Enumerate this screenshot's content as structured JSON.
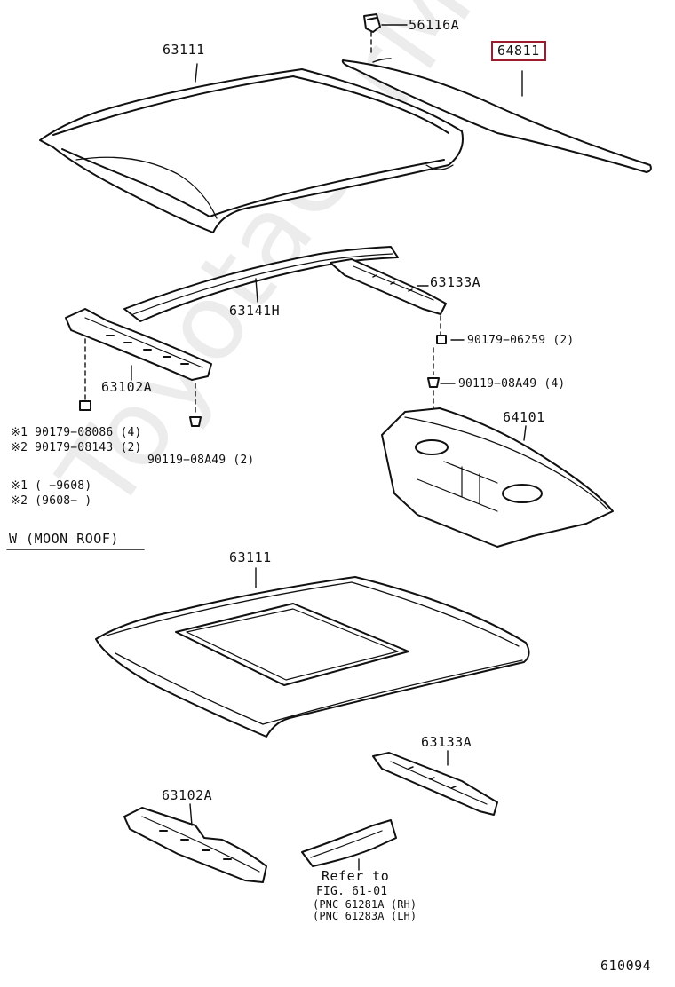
{
  "labels": {
    "p56116a": "56116A",
    "p63111_top": "63111",
    "p64811": "64811",
    "p63133a_top": "63133A",
    "p63141h": "63141H",
    "p90179_06259": "90179−06259 (2)",
    "p90119_08a49_right": "90119−08A49 (4)",
    "p63102a_top": "63102A",
    "p64101": "64101",
    "p90179_08086": "※1 90179−08086 (4)",
    "p90179_08143": "※2 90179−08143 (2)",
    "p90119_08a49_left": "90119−08A49 (2)",
    "note1": "※1 (       −9608)",
    "note2": "※2 (9608−       )",
    "section_moon_roof": "W (MOON ROOF)",
    "p63111_bottom": "63111",
    "p63133a_bottom": "63133A",
    "p63102a_bottom": "63102A",
    "refer_to": "Refer to",
    "fig_ref": "FIG. 61-01",
    "pnc_rh": "(PNC 61281A (RH)",
    "pnc_lh": "(PNC 61283A (LH)",
    "figure_number": "610094"
  },
  "watermark": "ToyotaCarMine.ru",
  "colors": {
    "highlight": "#9c1b2e",
    "line": "#111111"
  }
}
